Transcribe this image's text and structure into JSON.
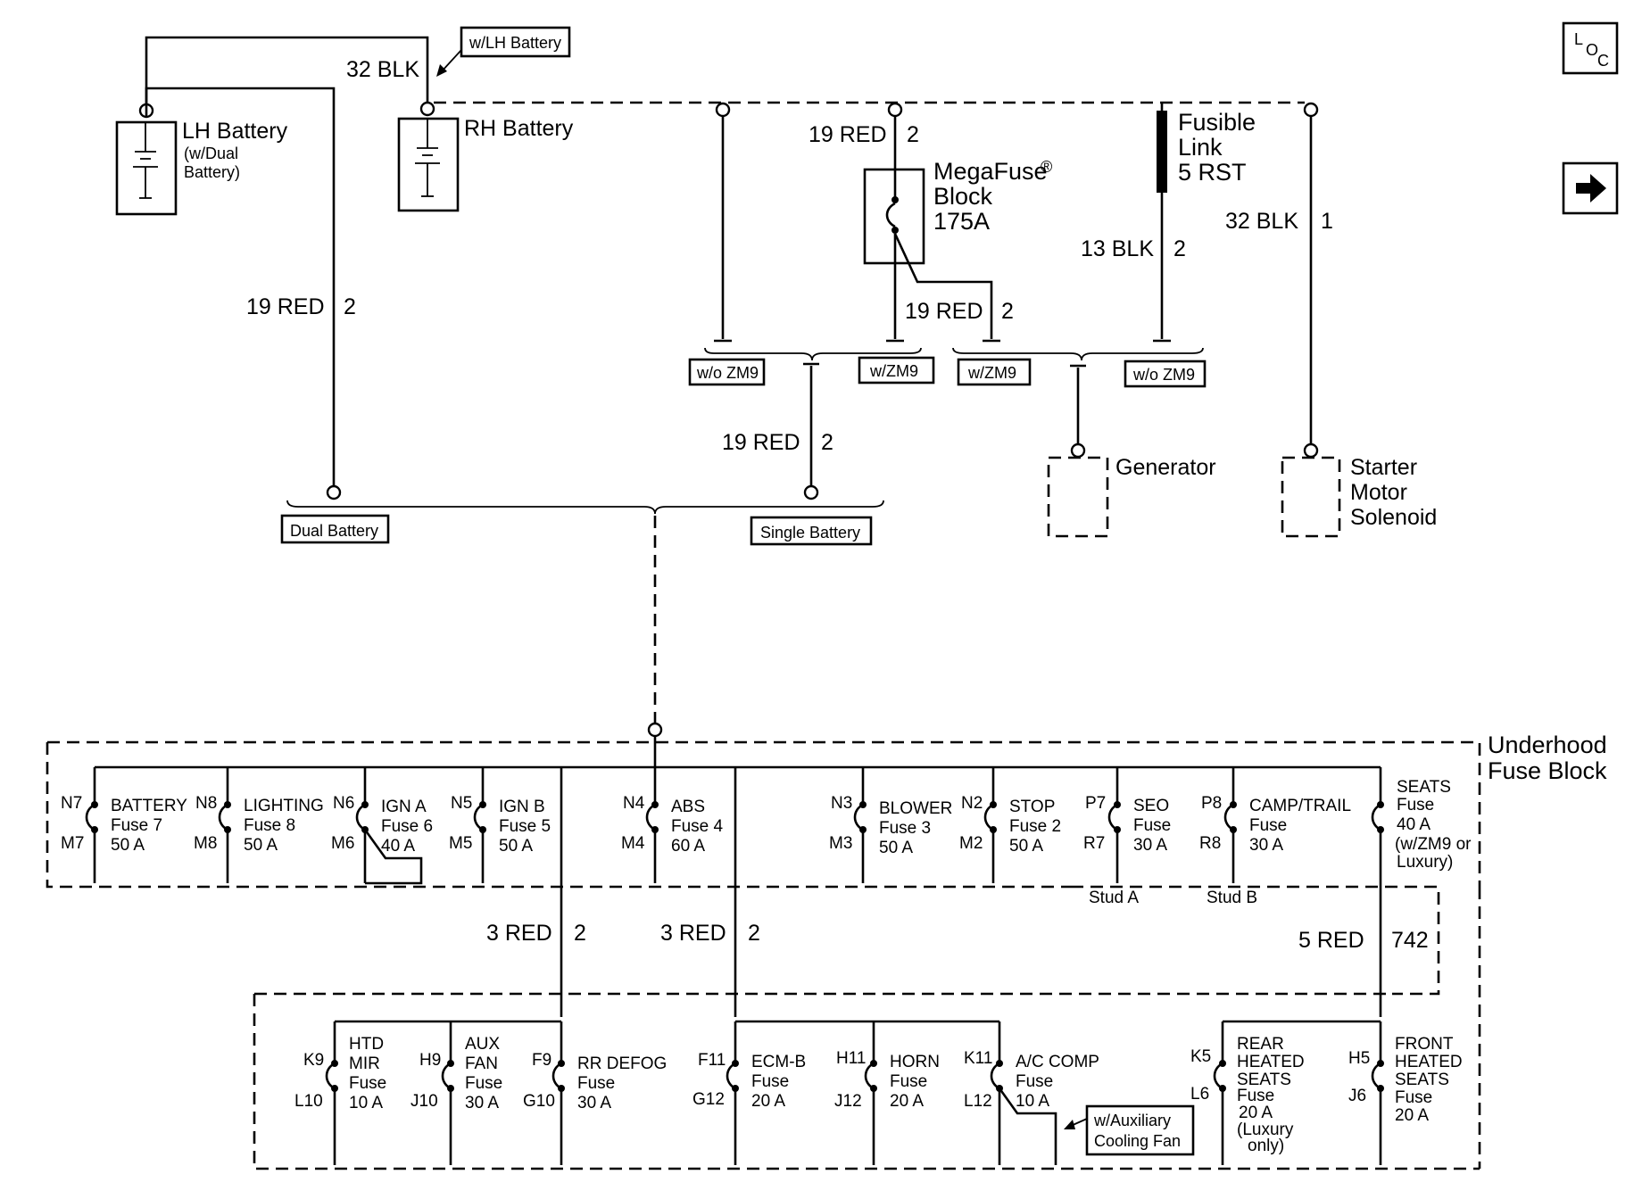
{
  "nav": {
    "loc_l": "L",
    "loc_o": "O",
    "loc_c": "C"
  },
  "components": {
    "lh_battery": {
      "title": "LH Battery",
      "note1": "(w/Dual",
      "note2": "Battery)"
    },
    "rh_battery": "RH Battery",
    "megafuse": {
      "line1": "MegaFuse",
      "reg": "®",
      "line2": "Block",
      "line3": "175A"
    },
    "fusible_link": {
      "line1": "Fusible",
      "line2": "Link",
      "line3": "5 RST"
    },
    "generator": "Generator",
    "starter": {
      "line1": "Starter",
      "line2": "Motor",
      "line3": "Solenoid"
    },
    "underhood": {
      "line1": "Underhood",
      "line2": "Fuse Block"
    }
  },
  "option_tags": {
    "lh_battery": "w/LH Battery",
    "wo_zm9_left": "w/o ZM9",
    "w_zm9_left": "w/ZM9",
    "w_zm9_right": "w/ZM9",
    "wo_zm9_right": "w/o ZM9",
    "dual_battery": "Dual Battery",
    "single_battery": "Single Battery",
    "aux_fan": {
      "line1": "w/Auxiliary",
      "line2": "Cooling Fan"
    }
  },
  "wires": {
    "w32blk_top": {
      "gauge": "32 BLK"
    },
    "w19red_mega": {
      "gauge": "19 RED",
      "circuit": "2"
    },
    "w19red_left": {
      "gauge": "19 RED",
      "circuit": "2"
    },
    "w19red_mid": {
      "gauge": "19 RED",
      "circuit": "2"
    },
    "w19red_low": {
      "gauge": "19 RED",
      "circuit": "2"
    },
    "w13blk": {
      "gauge": "13 BLK",
      "circuit": "2"
    },
    "w32blk_starter": {
      "gauge": "32 BLK",
      "circuit": "1"
    },
    "w3red_a": {
      "gauge": "3 RED",
      "circuit": "2"
    },
    "w3red_b": {
      "gauge": "3 RED",
      "circuit": "2"
    },
    "w5red": {
      "gauge": "5 RED",
      "circuit": "742"
    }
  },
  "studs": {
    "a": "Stud A",
    "b": "Stud B"
  },
  "upper_fuses": [
    {
      "top": "N7",
      "bottom": "M7",
      "name": "BATTERY",
      "sub": "Fuse 7",
      "rating": "50 A"
    },
    {
      "top": "N8",
      "bottom": "M8",
      "name": "LIGHTING",
      "sub": "Fuse 8",
      "rating": "50 A"
    },
    {
      "top": "N6",
      "bottom": "M6",
      "name": "IGN A",
      "sub": "Fuse 6",
      "rating": "40 A"
    },
    {
      "top": "N5",
      "bottom": "M5",
      "name": "IGN B",
      "sub": "Fuse 5",
      "rating": "50 A"
    },
    {
      "top": "N4",
      "bottom": "M4",
      "name": "ABS",
      "sub": "Fuse 4",
      "rating": "60 A"
    },
    {
      "top": "N3",
      "bottom": "M3",
      "name": "BLOWER",
      "sub": "Fuse 3",
      "rating": "50 A"
    },
    {
      "top": "N2",
      "bottom": "M2",
      "name": "STOP",
      "sub": "Fuse 2",
      "rating": "50 A"
    },
    {
      "top": "P7",
      "bottom": "R7",
      "name": "SEO",
      "sub": "Fuse",
      "rating": "30 A"
    },
    {
      "top": "P8",
      "bottom": "R8",
      "name": "CAMP/TRAIL",
      "sub": "Fuse",
      "rating": "30 A"
    }
  ],
  "seats_fuse": {
    "name": "SEATS",
    "sub": "Fuse",
    "rating": "40 A",
    "note1": "(w/ZM9 or",
    "note2": "Luxury)"
  },
  "lower_fuses": [
    {
      "top": "K9",
      "bottom": "L10",
      "lines": [
        "HTD",
        "MIR",
        "Fuse",
        "10 A"
      ]
    },
    {
      "top": "H9",
      "bottom": "J10",
      "lines": [
        "AUX",
        "FAN",
        "Fuse",
        "30 A"
      ]
    },
    {
      "top": "F9",
      "bottom": "G10",
      "lines": [
        "RR DEFOG",
        "Fuse",
        "30 A"
      ]
    },
    {
      "top": "F11",
      "bottom": "G12",
      "lines": [
        "ECM-B",
        "Fuse",
        "20 A"
      ]
    },
    {
      "top": "H11",
      "bottom": "J12",
      "lines": [
        "HORN",
        "Fuse",
        "20 A"
      ]
    },
    {
      "top": "K11",
      "bottom": "L12",
      "lines": [
        "A/C COMP",
        "Fuse",
        "10 A"
      ]
    },
    {
      "top": "K5",
      "bottom": "L6",
      "lines": [
        "REAR",
        "HEATED",
        "SEATS",
        "Fuse",
        "20 A",
        "(Luxury",
        "only)"
      ]
    },
    {
      "top": "H5",
      "bottom": "J6",
      "lines": [
        "FRONT",
        "HEATED",
        "SEATS",
        "Fuse",
        "20 A"
      ]
    }
  ]
}
